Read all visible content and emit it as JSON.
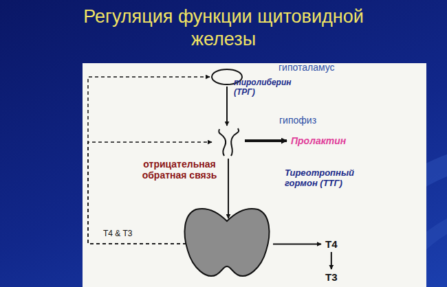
{
  "diagram": {
    "title": "Регуляция функции щитовидной железы",
    "nodes": [
      {
        "text": [
          "гипоталамус"
        ]
      },
      {
        "text": [
          "гипофиз"
        ]
      },
      {
        "text": [
          "Пролактин"
        ]
      },
      {
        "text": []
      },
      {
        "text": [
          "T4"
        ]
      },
      {
        "text": [
          "T3"
        ]
      }
    ],
    "edges": [
      {
        "from": 0,
        "to": 1,
        "arrow": "to",
        "label": "тиролиберин (ТРГ)"
      },
      {
        "from": 1,
        "to": 3,
        "arrow": "to",
        "label": "Тиреотропный гормон (ТТГ)"
      },
      {
        "from": 1,
        "to": 2,
        "arrow": "to"
      },
      {
        "from": 3,
        "to": 0,
        "arrow": "to",
        "label": "T4 & T3"
      },
      {
        "from": 3,
        "to": 1,
        "arrow": "to"
      },
      {
        "from": 3,
        "to": 4,
        "arrow": "to"
      },
      {
        "from": 4,
        "to": 5,
        "arrow": "to"
      }
    ],
    "labels": [
      "отрицательная обратная связь"
    ]
  }
}
